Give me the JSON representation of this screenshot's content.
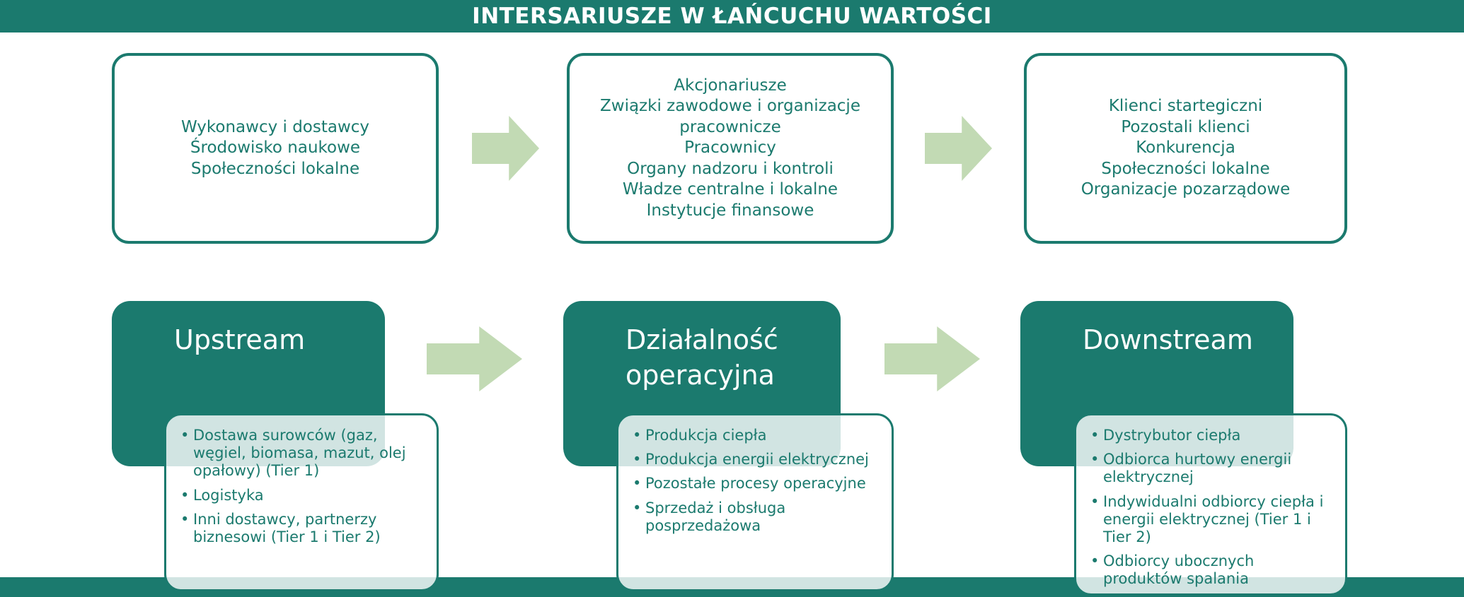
{
  "header": {
    "title": "INTERSARIUSZE W ŁAŃCUCHU WARTOŚCI"
  },
  "colors": {
    "teal": "#1B7A6E",
    "arrow_green": "#C2DAB4",
    "box_text": "#1B7A6E",
    "stage_title_text": "#FFFFFF",
    "background": "#FFFFFF"
  },
  "stakeholders": {
    "boxes": [
      {
        "lines": [
          "Wykonawcy i dostawcy",
          "Środowisko naukowe",
          "Społeczności lokalne"
        ]
      },
      {
        "lines": [
          "Akcjonariusze",
          "Związki zawodowe i organizacje pracownicze",
          "Pracownicy",
          "Organy nadzoru i kontroli",
          "Władze centralne i lokalne",
          "Instytucje finansowe"
        ]
      },
      {
        "lines": [
          "Klienci startegiczni",
          "Pozostali klienci",
          "Konkurencja",
          "Społeczności lokalne",
          "Organizacje pozarządowe"
        ]
      }
    ]
  },
  "value_chain": {
    "stages": [
      {
        "title": "Upstream",
        "bullets": [
          "Dostawa surowców (gaz, węgiel, biomasa, mazut, olej opałowy) (Tier 1)",
          "Logistyka",
          "Inni dostawcy, partnerzy biznesowi (Tier 1 i Tier 2)"
        ]
      },
      {
        "title": "Działalność operacyjna",
        "bullets": [
          "Produkcja ciepła",
          "Produkcja energii elektrycznej",
          "Pozostałe procesy operacyjne",
          "Sprzedaż i obsługa posprzedażowa"
        ]
      },
      {
        "title": "Downstream",
        "bullets": [
          "Dystrybutor ciepła",
          "Odbiorca hurtowy energii elektrycznej",
          "Indywidualni odbiorcy ciepła i energii elektrycznej (Tier 1 i Tier 2)",
          "Odbiorcy ubocznych produktów spalania"
        ]
      }
    ]
  }
}
